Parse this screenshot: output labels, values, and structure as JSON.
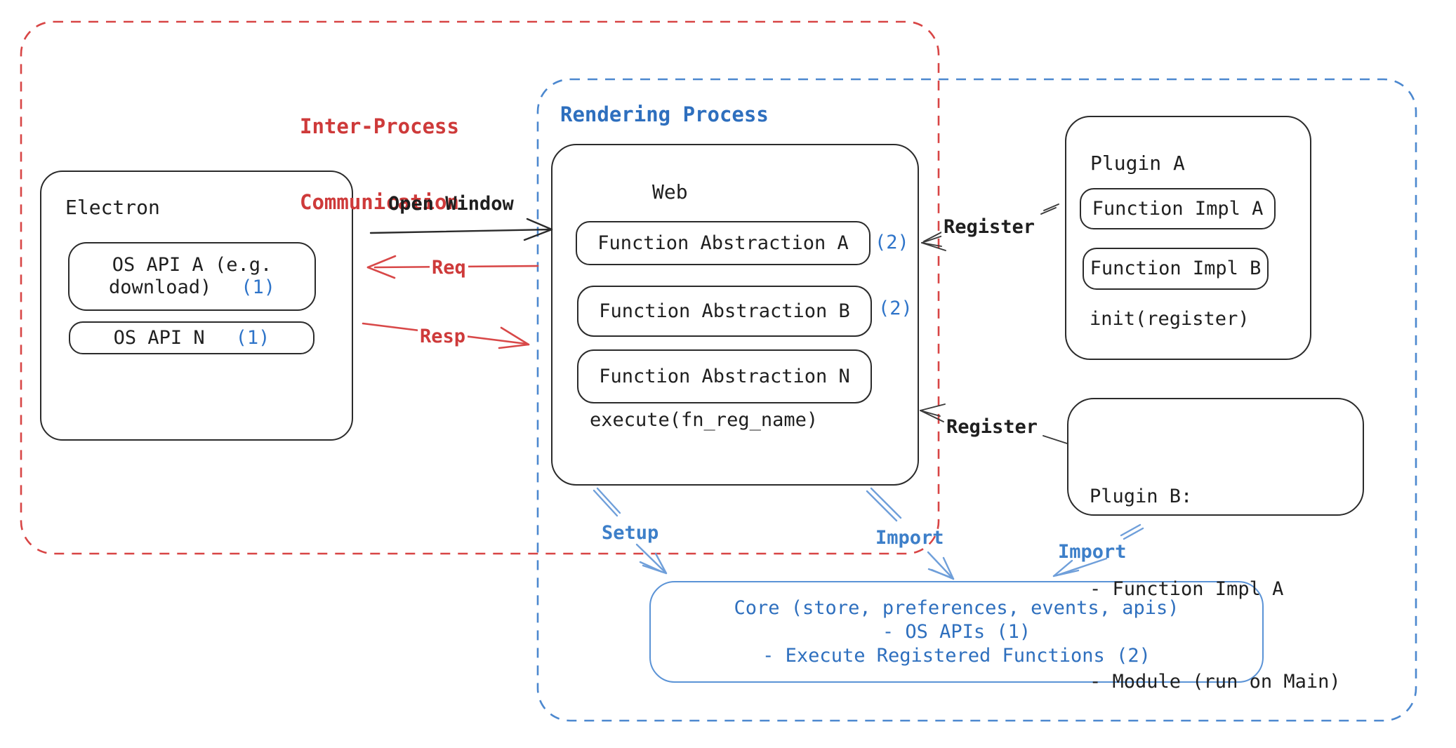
{
  "regions": {
    "ipc": {
      "label_line1": "Inter-Process",
      "label_line2": "Communication"
    },
    "rendering": {
      "label": "Rendering Process"
    }
  },
  "electron": {
    "title": "Electron",
    "os_api_a": {
      "line1": "OS API A (e.g.",
      "line2": "download)",
      "badge": "(1)"
    },
    "os_api_n": {
      "label": "OS API N",
      "badge": "(1)"
    }
  },
  "web": {
    "title": "Web",
    "function_abstraction_a": {
      "label": "Function Abstraction A",
      "badge": "(2)"
    },
    "function_abstraction_b": {
      "label": "Function Abstraction B",
      "badge": "(2)"
    },
    "function_abstraction_n": {
      "label": "Function Abstraction N"
    },
    "execute_label": "execute(fn_reg_name)"
  },
  "plugin_a": {
    "title": "Plugin A",
    "function_impl_a": "Function Impl A",
    "function_impl_b": "Function Impl B",
    "init_label": "init(register)"
  },
  "plugin_b": {
    "title": "Plugin B:",
    "item_1": "- Function Impl A",
    "item_2": "- Module (run on Main)"
  },
  "core": {
    "line1": "Core (store, preferences, events, apis)",
    "line2": "- OS APIs (1)",
    "line3": "- Execute Registered Functions (2)"
  },
  "arrows": {
    "open_window": "Open Window",
    "req": "Req",
    "resp": "Resp",
    "register_top": "Register",
    "register_bottom": "Register",
    "setup": "Setup",
    "import_center": "Import",
    "import_right": "Import"
  },
  "colors": {
    "red_dash": "#d84545",
    "red_text": "#ce3a3a",
    "black_stroke": "#2b2b2b",
    "blue_dash": "#4c88cf",
    "blue_arrow": "#6f9fda",
    "blue_arrow_label": "#3d7fc9",
    "blue_heading": "#2e6fbe",
    "badge_blue": "#2e74c9",
    "background": "#ffffff"
  }
}
